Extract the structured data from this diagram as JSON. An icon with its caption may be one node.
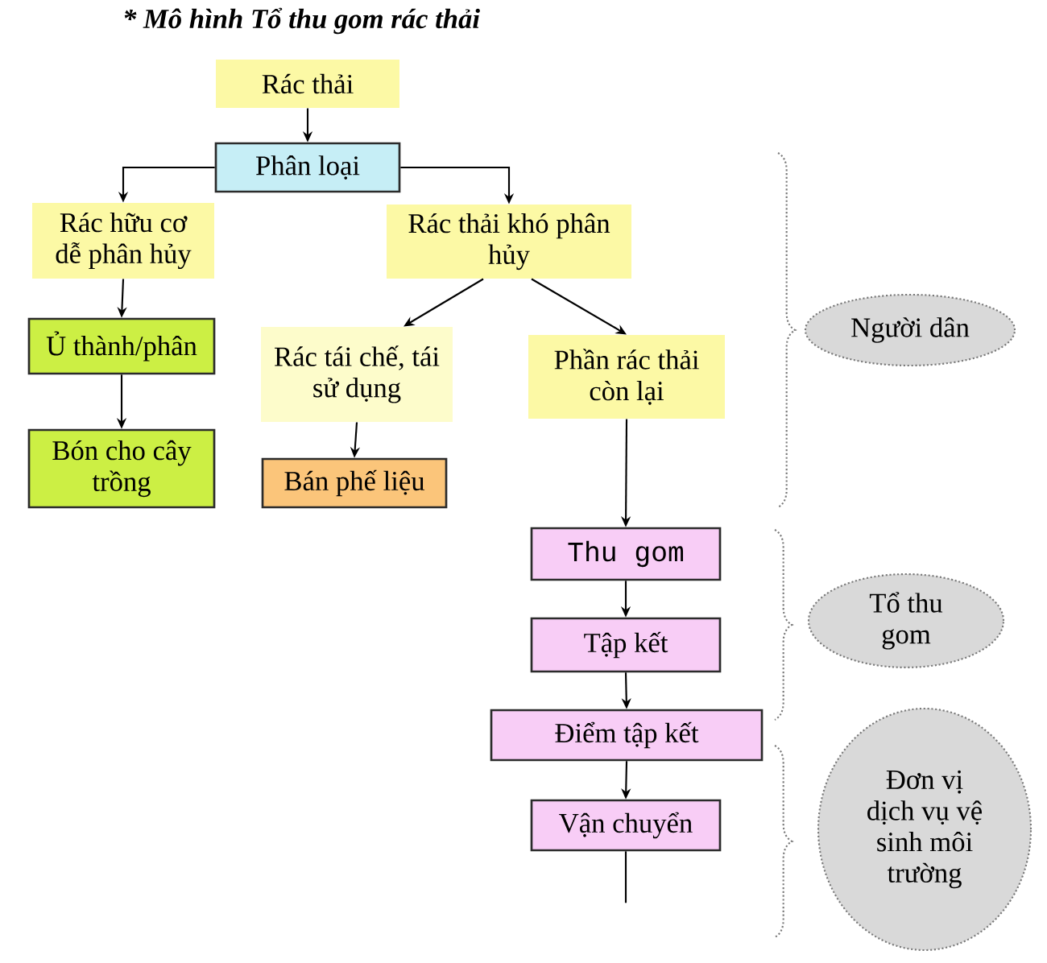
{
  "diagram": {
    "title": "* Mô hình Tổ thu gom rác thải",
    "nodes": [
      {
        "text": [
          "Rác thải"
        ]
      },
      {
        "text": [
          "Phân loại"
        ]
      },
      {
        "text": [
          "Rác hữu cơ dễ phân hủy"
        ]
      },
      {
        "text": [
          "Rác thải khó phân hủy"
        ]
      },
      {
        "text": [
          "Ủ thành/phân"
        ]
      },
      {
        "text": [
          "Rác tái chế, tái sử dụng"
        ]
      },
      {
        "text": [
          "Phần rác thải còn lại"
        ]
      },
      {
        "text": [
          "Bón cho cây trồng"
        ]
      },
      {
        "text": [
          "Bán phế liệu"
        ]
      },
      {
        "text": [
          "Thu gom"
        ]
      },
      {
        "text": [
          "Tập kết"
        ]
      },
      {
        "text": [
          "Điểm tập kết"
        ]
      },
      {
        "text": [
          "Vận chuyển"
        ]
      },
      {
        "text": [
          "Người dân"
        ]
      },
      {
        "text": [
          "Tổ thu gom"
        ]
      },
      {
        "text": [
          "Đơn vị dịch vụ vệ sinh môi trường"
        ]
      }
    ],
    "edges": [
      {
        "from": 0,
        "to": 1,
        "arrow": "to"
      },
      {
        "from": 1,
        "to": 2,
        "arrow": "to"
      },
      {
        "from": 1,
        "to": 3,
        "arrow": "to"
      },
      {
        "from": 2,
        "to": 4,
        "arrow": "to"
      },
      {
        "from": 3,
        "to": 5,
        "arrow": "to"
      },
      {
        "from": 3,
        "to": 6,
        "arrow": "to"
      },
      {
        "from": 4,
        "to": 7,
        "arrow": "to"
      },
      {
        "from": 5,
        "to": 8,
        "arrow": "to"
      },
      {
        "from": 6,
        "to": 9,
        "arrow": "to"
      },
      {
        "from": 9,
        "to": 10,
        "arrow": "to"
      },
      {
        "from": 10,
        "to": 11,
        "arrow": "to"
      },
      {
        "from": 11,
        "to": 12,
        "arrow": "to"
      },
      {
        "from": 12,
        "to": null,
        "arrow": "none"
      }
    ]
  }
}
